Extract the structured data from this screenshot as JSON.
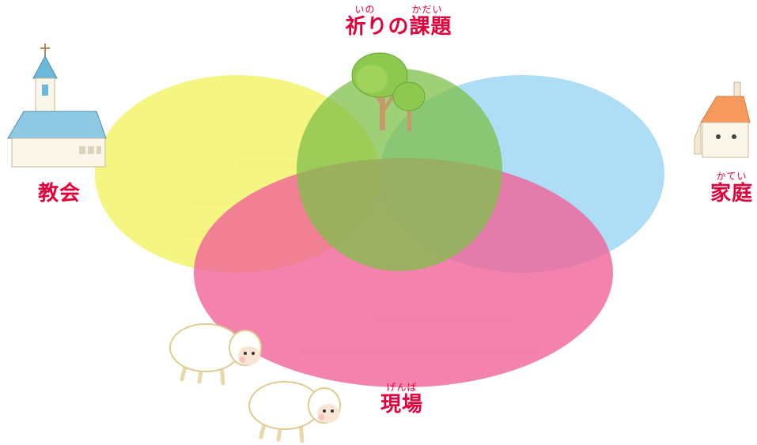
{
  "labels": {
    "prayer": {
      "ruby_a": "いの",
      "ruby_b": "かだい",
      "text": "祈りの課題"
    },
    "church": {
      "text": "教会"
    },
    "home": {
      "ruby": "かてい",
      "text": "家庭"
    },
    "field": {
      "ruby": "げんば",
      "text": "現場"
    }
  },
  "colors": {
    "church_circle": "#f3f36b",
    "home_circle": "#9fd8f5",
    "field_circle": "#f0679a",
    "prayer_circle": "#7fbf4a",
    "label_text": "#e4003a"
  },
  "icons": [
    "church-icon",
    "house-icon",
    "tree-icon",
    "sheep-icon"
  ]
}
